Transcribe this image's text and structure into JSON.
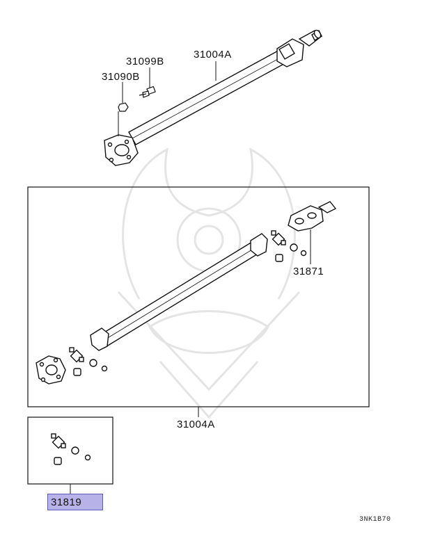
{
  "labels": {
    "shaft_top": "31004A",
    "bolt": "31099B",
    "nut": "31090B",
    "yoke": "31871",
    "shaft_assy": "31004A",
    "kit": "31819"
  },
  "diagram_code": "3NK1B70",
  "colors": {
    "highlight_fill": "#b7b3e8",
    "highlight_border": "#5d58b8",
    "line": "#111111",
    "watermark": "#e6e6e6"
  }
}
